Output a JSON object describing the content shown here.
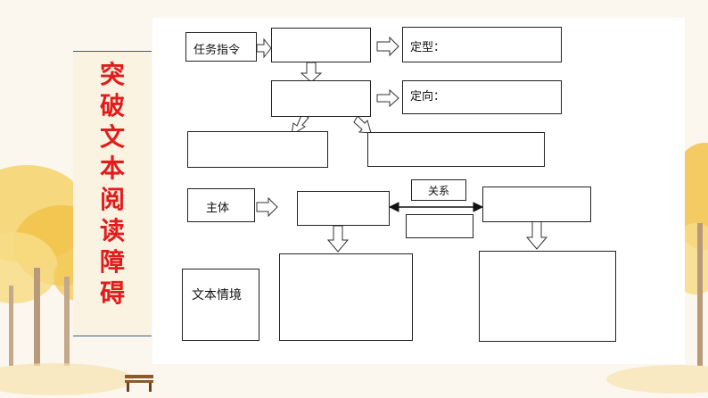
{
  "slide": {
    "vertical_title": [
      "突",
      "破",
      "文",
      "本",
      "阅",
      "读",
      "障",
      "碍"
    ],
    "colors": {
      "title": "#e31b1b",
      "rule": "#3d5f86",
      "tree_leaves": "#f2c24a",
      "trunk": "#b89a7a"
    }
  },
  "diagram": {
    "task_label": "任务指令",
    "type_label": "定型：",
    "direction_label": "定向：",
    "subject_label": "主体",
    "relation_label": "关系",
    "context_label": "文本情境"
  }
}
